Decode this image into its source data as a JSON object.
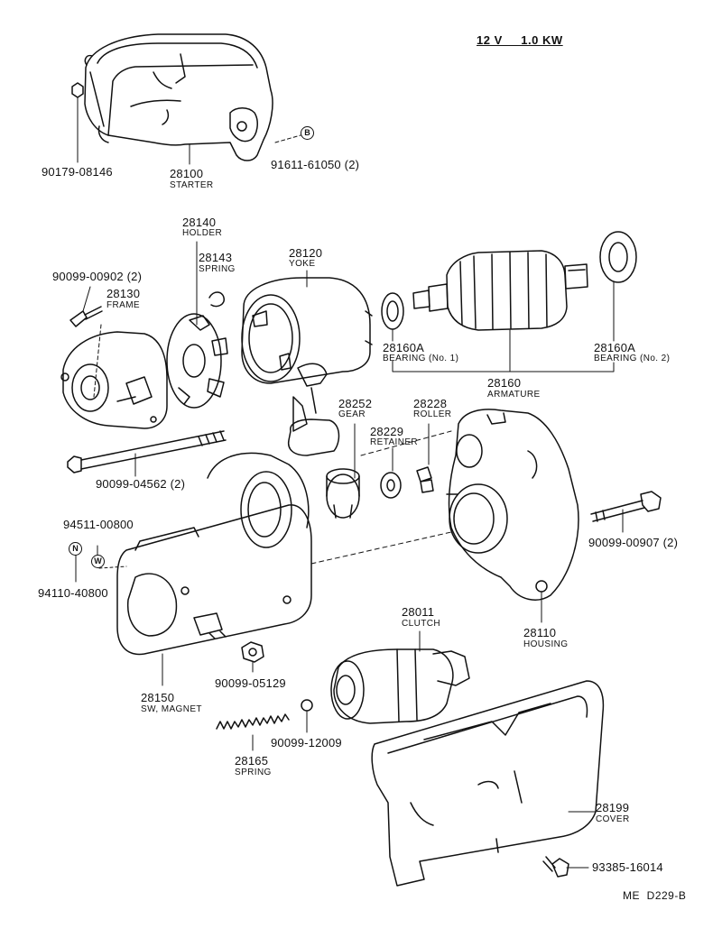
{
  "header": {
    "spec": "12 V     1.0 KW"
  },
  "footer": {
    "code": "ME  D229-B"
  },
  "tags": {
    "b": "B",
    "n": "N",
    "w": "W"
  },
  "parts": {
    "p90179": {
      "number": "90179-08146"
    },
    "p28100": {
      "number": "28100",
      "name": "STARTER"
    },
    "p91611": {
      "number": "91611-61050 (2)"
    },
    "p28140": {
      "number": "28140",
      "name": "HOLDER"
    },
    "p28143": {
      "number": "28143",
      "name": "SPRING"
    },
    "p28120": {
      "number": "28120",
      "name": "YOKE"
    },
    "p90099_00902": {
      "number": "90099-00902 (2)"
    },
    "p28130": {
      "number": "28130",
      "name": "FRAME"
    },
    "p28160a1": {
      "number": "28160A",
      "name": "BEARING (No. 1)"
    },
    "p28160a2": {
      "number": "28160A",
      "name": "BEARING (No. 2)"
    },
    "p28160": {
      "number": "28160",
      "name": "ARMATURE"
    },
    "p28252": {
      "number": "28252",
      "name": "GEAR"
    },
    "p28228": {
      "number": "28228",
      "name": "ROLLER"
    },
    "p28229": {
      "number": "28229",
      "name": "RETAINER"
    },
    "p90099_04562": {
      "number": "90099-04562 (2)"
    },
    "p94511": {
      "number": "94511-00800"
    },
    "p94110": {
      "number": "94110-40800"
    },
    "p90099_00907": {
      "number": "90099-00907 (2)"
    },
    "p28011": {
      "number": "28011",
      "name": "CLUTCH"
    },
    "p28110": {
      "number": "28110",
      "name": "HOUSING"
    },
    "p90099_05129": {
      "number": "90099-05129"
    },
    "p28150": {
      "number": "28150",
      "name": "SW, MAGNET"
    },
    "p90099_12009": {
      "number": "90099-12009"
    },
    "p28165": {
      "number": "28165",
      "name": "SPRING"
    },
    "p28199": {
      "number": "28199",
      "name": "COVER"
    },
    "p93385": {
      "number": "93385-16014"
    }
  }
}
